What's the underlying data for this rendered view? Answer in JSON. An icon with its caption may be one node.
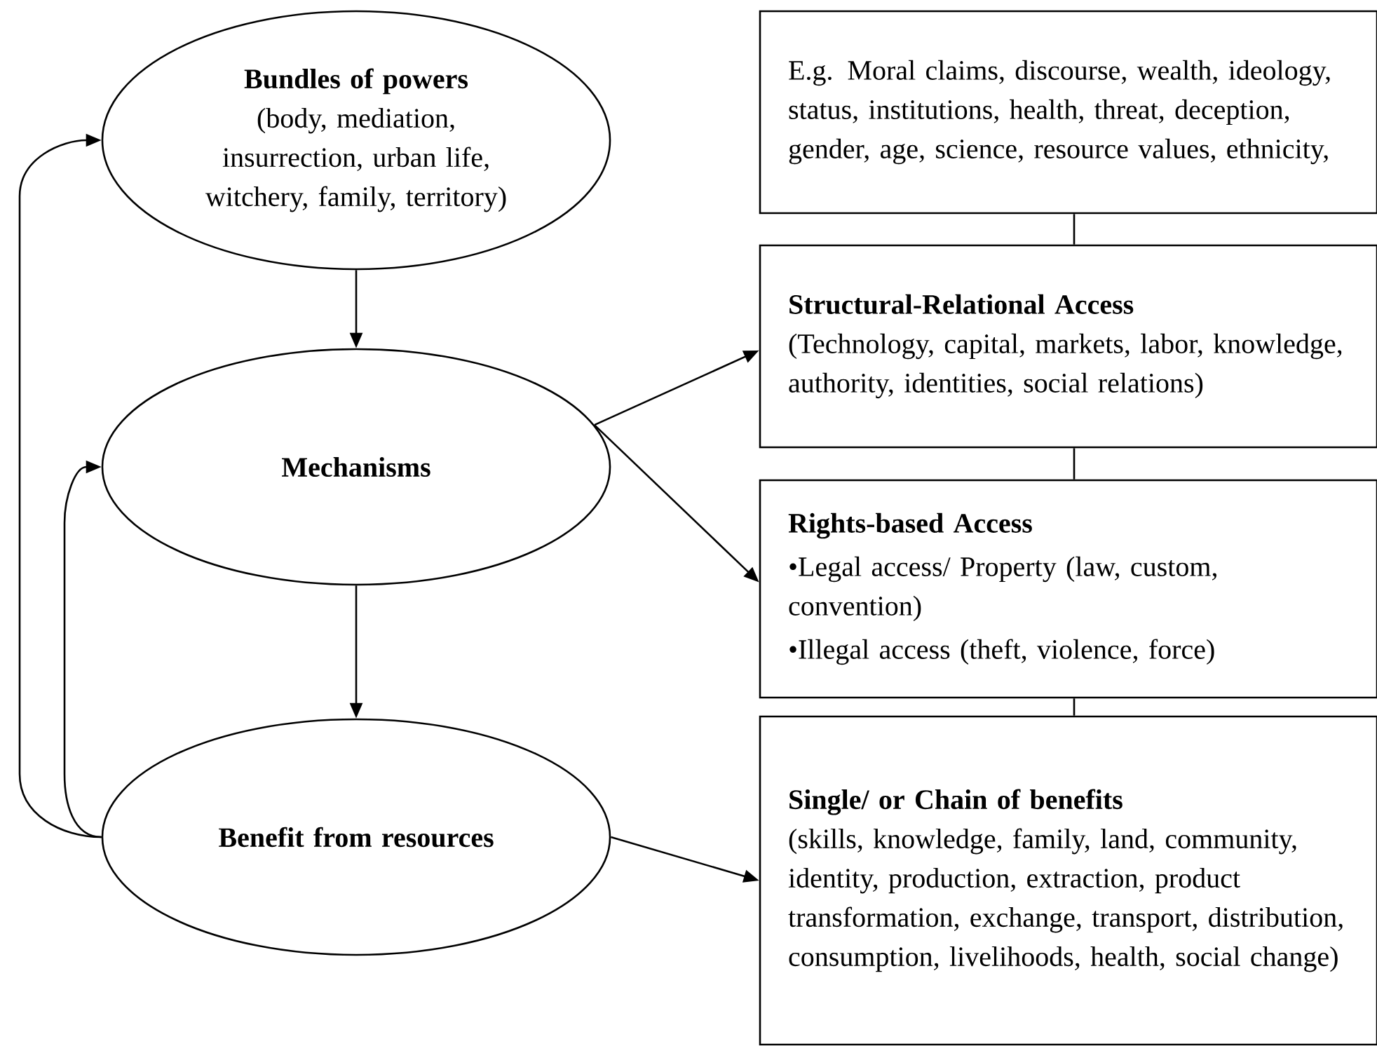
{
  "diagram": {
    "nodes": [
      {
        "text": [
          "Bundles of powers",
          "(body, mediation, insurrection, urban life, witchery, family, territory)"
        ]
      },
      {
        "text": [
          "Mechanisms"
        ]
      },
      {
        "text": [
          "Benefit from resources"
        ]
      },
      {
        "text": [
          "E.g. Moral claims, discourse, wealth, ideology, status, institutions, health, threat, deception, gender, age, science, resource values, ethnicity,"
        ]
      },
      {
        "text": [
          "Structural-Relational Access",
          "(Technology, capital, markets, labor, knowledge, authority, identities, social relations)"
        ]
      },
      {
        "text": [
          "Rights-based Access",
          "•Legal access/ Property (law, custom, convention)",
          "•Illegal access (theft, violence, force)"
        ]
      },
      {
        "text": [
          "Single/ or Chain of benefits",
          "(skills, knowledge, family, land, community, identity, production, extraction, product transformation, exchange, transport, distribution, consumption, livelihoods, health, social change)"
        ]
      }
    ],
    "edges": [
      {
        "from": 0,
        "to": 1,
        "arrow": "to"
      },
      {
        "from": 1,
        "to": 2,
        "arrow": "to"
      },
      {
        "from": 1,
        "to": 4,
        "arrow": "to"
      },
      {
        "from": 1,
        "to": 5,
        "arrow": "to"
      },
      {
        "from": 2,
        "to": 6,
        "arrow": "to"
      },
      {
        "from": 2,
        "to": 0,
        "arrow": "to"
      },
      {
        "from": 2,
        "to": 1,
        "arrow": "to"
      },
      {
        "from": 3,
        "to": 4,
        "arrow": "none"
      },
      {
        "from": 4,
        "to": 5,
        "arrow": "none"
      },
      {
        "from": 5,
        "to": 6,
        "arrow": "none"
      }
    ]
  }
}
